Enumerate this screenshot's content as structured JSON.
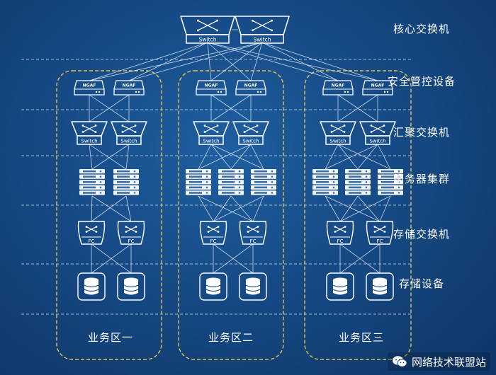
{
  "layers": [
    {
      "label": "核心交换机"
    },
    {
      "label": "安全管控设备"
    },
    {
      "label": "汇聚交换机"
    },
    {
      "label": "服务器集群"
    },
    {
      "label": "存储交换机"
    },
    {
      "label": "存储设备"
    }
  ],
  "zones": [
    {
      "label": "业务区一"
    },
    {
      "label": "业务区二"
    },
    {
      "label": "业务区三"
    }
  ],
  "device_text": {
    "switch": "Switch",
    "ngaf": "NGAF",
    "fc": "FC"
  },
  "watermark": {
    "text": "网络技术联盟站",
    "icon": "wechat-icon"
  },
  "colors": {
    "background": "#164a85",
    "line": "#e6eefa",
    "zone_border": "#e8c24a"
  }
}
